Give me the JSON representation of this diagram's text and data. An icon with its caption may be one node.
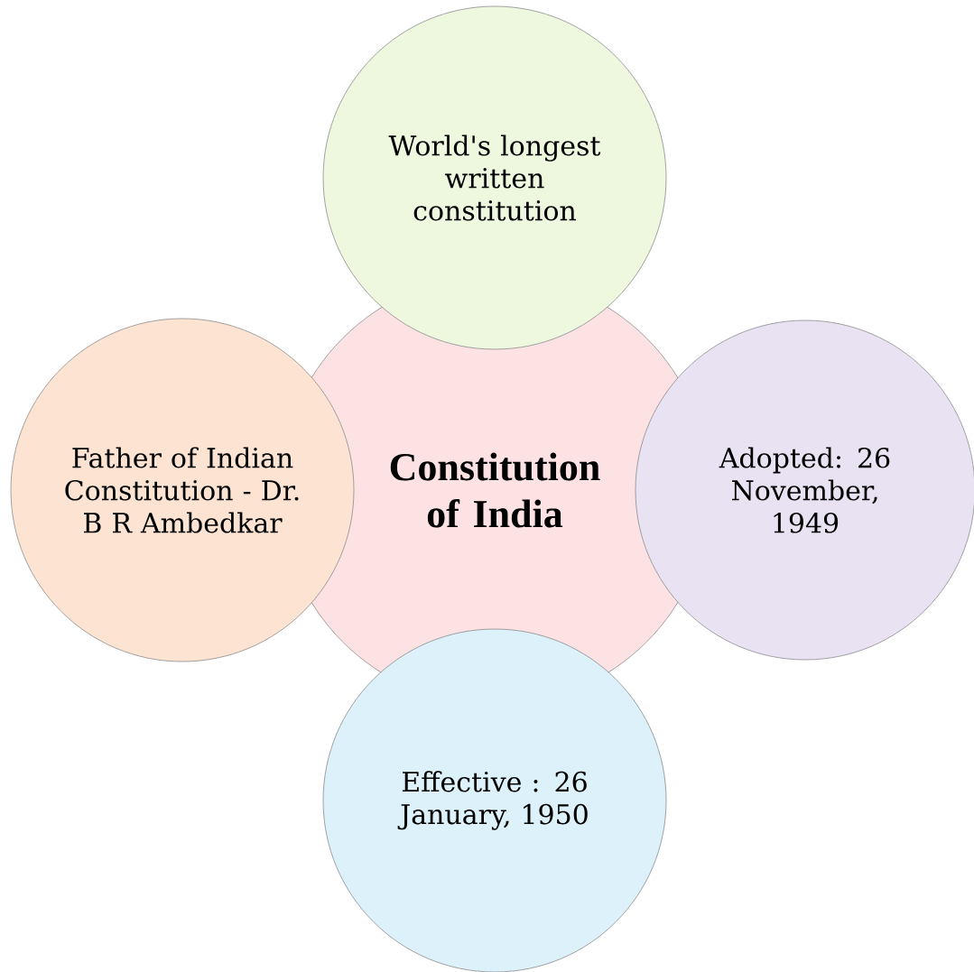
{
  "diagram": {
    "nodes": [
      {
        "text": [
          "World's longest written constitution"
        ]
      },
      {
        "text": [
          "Father of Indian Constitution - Dr. B R Ambedkar"
        ]
      },
      {
        "text": [
          "Constitution of India"
        ]
      },
      {
        "text": [
          "Adopted: 26 November, 1949"
        ]
      },
      {
        "text": [
          "Effective : 26 January, 1950"
        ]
      }
    ]
  }
}
